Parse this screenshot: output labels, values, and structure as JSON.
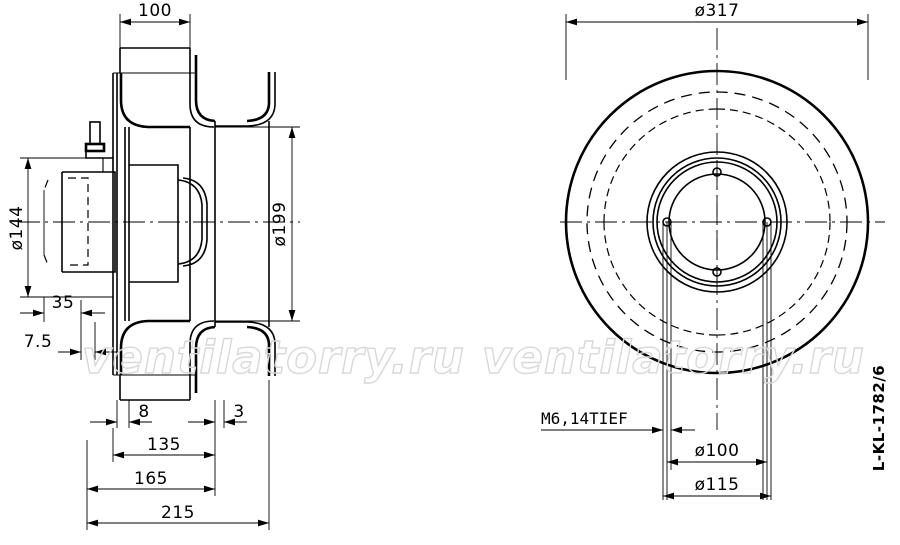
{
  "drawing": {
    "title": "Centrifugal fan assembly drawing",
    "code": "L-KL-1782/6",
    "watermark": "ventilatorry.ru",
    "note": "M6,14TIEF",
    "views": {
      "left": "section-side-view",
      "right": "front-view"
    }
  },
  "dimensions": {
    "side": {
      "d100": "100",
      "d144": "ø144",
      "d199": "ø199",
      "d35": "35",
      "d75": "7.5",
      "d8": "8",
      "d3": "3",
      "d135": "135",
      "d165": "165",
      "d215": "215"
    },
    "front": {
      "d317": "ø317",
      "d100": "ø100",
      "d115": "ø115"
    }
  },
  "colors": {
    "line": "#000000",
    "background": "#ffffff",
    "watermark": "#d8d8d8"
  }
}
